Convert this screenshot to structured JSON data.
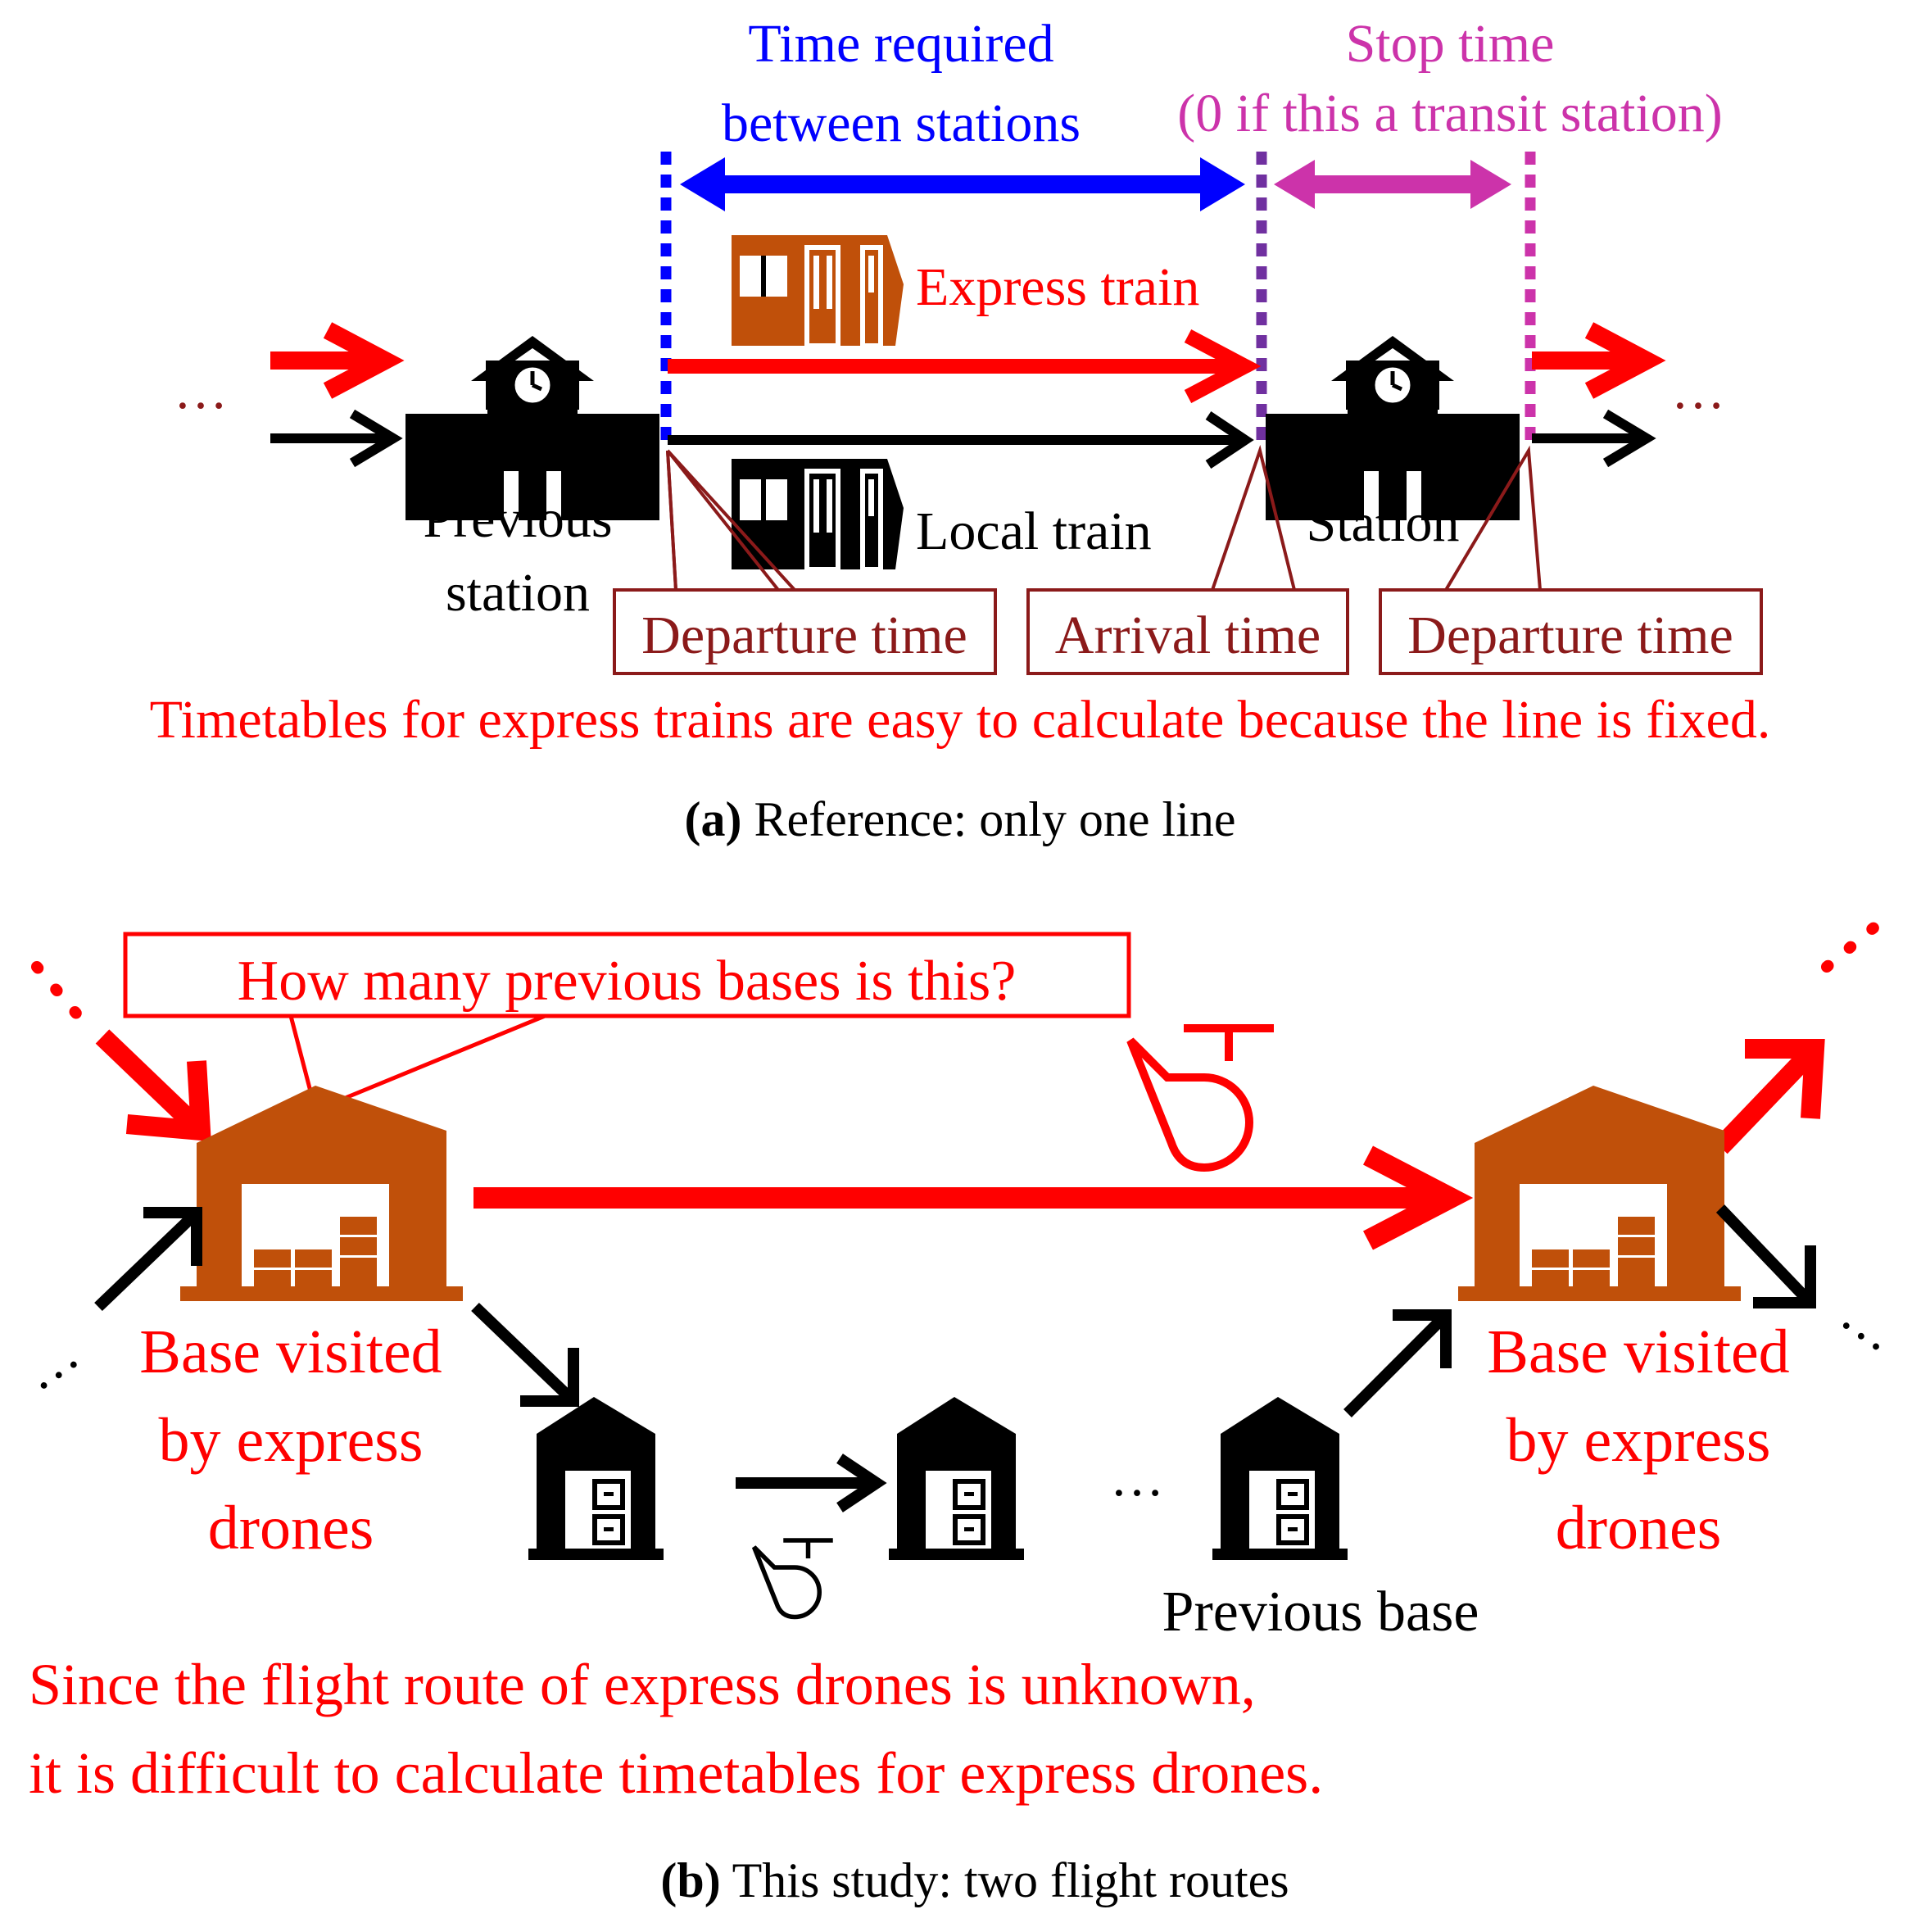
{
  "colors": {
    "red": "#ff0000",
    "blue": "#0000ff",
    "magenta": "#cc33aa",
    "purple": "#7030a0",
    "brown": "#c0500a",
    "dark_red": "#8b1a1a",
    "black": "#000000"
  },
  "panel_a": {
    "time_required_line1": "Time required",
    "time_required_line2": "between stations",
    "stop_time_line1": "Stop time",
    "stop_time_line2": "(0 if this a transit station)",
    "express_train": "Express train",
    "local_train": "Local train",
    "previous_station_line1": "Previous",
    "previous_station_line2": "station",
    "station": "Station",
    "departure_time_1": "Departure time",
    "arrival_time": "Arrival time",
    "departure_time_2": "Departure time",
    "note": "Timetables for express trains are easy to calculate because the line is fixed.",
    "caption_letter": "(a)",
    "caption_text": " Reference: only one line",
    "icons": [
      "station-clock-building-icon",
      "express-train-icon",
      "local-train-icon"
    ]
  },
  "panel_b": {
    "question": "How many previous bases is this?",
    "base_left_line1": "Base visited",
    "base_left_line2": "by express",
    "base_left_line3": "drones",
    "base_right_line1": "Base visited",
    "base_right_line2": "by express",
    "base_right_line3": "drones",
    "previous_base": "Previous base",
    "note_line1": "Since the flight route of express drones is unknown,",
    "note_line2": "it is difficult to calculate timetables for express drones.",
    "caption_letter": "(b)",
    "caption_text": " This study: two flight routes",
    "icons": [
      "warehouse-icon",
      "helicopter-drone-icon"
    ]
  }
}
